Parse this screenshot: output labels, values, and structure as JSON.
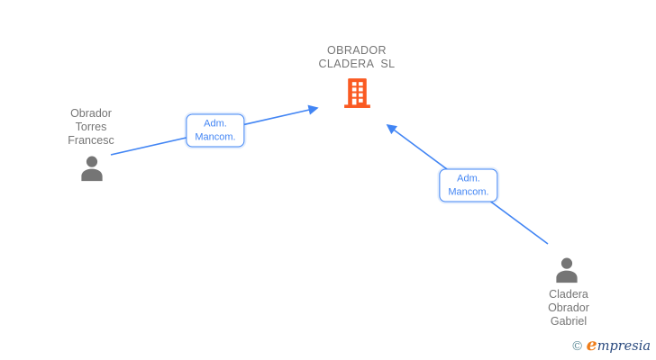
{
  "diagram": {
    "company": {
      "name_line1": "OBRADOR",
      "name_line2": "CLADERA  SL",
      "icon": "building-icon"
    },
    "persons": [
      {
        "line1": "Obrador",
        "line2": "Torres",
        "line3": "Francesc",
        "icon": "person-icon",
        "text_position": "above-icon"
      },
      {
        "line1": "Cladera",
        "line2": "Obrador",
        "line3": "Gabriel",
        "icon": "person-icon",
        "text_position": "below-icon"
      }
    ],
    "edges": [
      {
        "label_line1": "Adm.",
        "label_line2": "Mancom.",
        "from": "Obrador Torres Francesc",
        "to": "OBRADOR CLADERA SL"
      },
      {
        "label_line1": "Adm.",
        "label_line2": "Mancom.",
        "from": "Cladera Obrador Gabriel",
        "to": "OBRADOR CLADERA SL"
      }
    ]
  },
  "colors": {
    "edge_blue": "#4285F4",
    "building_orange": "#FA5A22",
    "person_gray": "#757575",
    "label_text_gray": "#757575",
    "watermark_copyright": "#64909C",
    "watermark_orange": "#EF7D1A",
    "watermark_navy": "#29497E"
  },
  "watermark": {
    "copyright": "©",
    "brand_initial": "e",
    "brand_rest": "mpresia"
  }
}
